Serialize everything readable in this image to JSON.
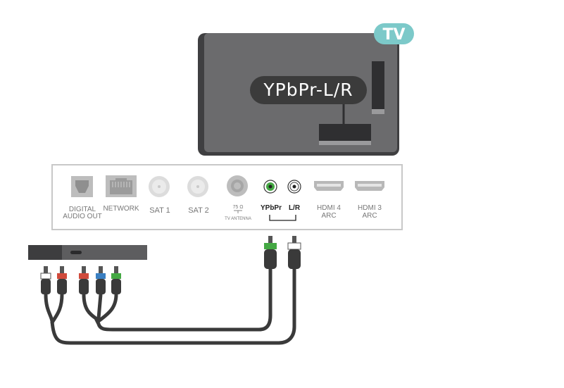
{
  "tv_badge": "TV",
  "callout_label": "YPbPr-L/R",
  "ports": {
    "digital_audio_out": [
      "DIGITAL",
      "AUDIO OUT"
    ],
    "network": "NETWORK",
    "sat1": "SAT 1",
    "sat2": "SAT 2",
    "antenna_ohm": "75 Ω",
    "antenna_name": "TV ANTENNA",
    "ypbpr": "YPbPr",
    "lr": "L/R",
    "hdmi4": [
      "HDMI 4",
      "ARC"
    ],
    "hdmi3": [
      "HDMI 3",
      "ARC"
    ]
  },
  "colors": {
    "tv_body": "#6b6b6d",
    "tv_frame": "#3f3f41",
    "badge": "#7cc9c9",
    "callout": "#3b3b3b",
    "cable": "#3a3a3a",
    "plug_green": "#44a843",
    "plug_blue": "#3a7fc1",
    "plug_red": "#d04a3b",
    "plug_white": "#ffffff"
  }
}
